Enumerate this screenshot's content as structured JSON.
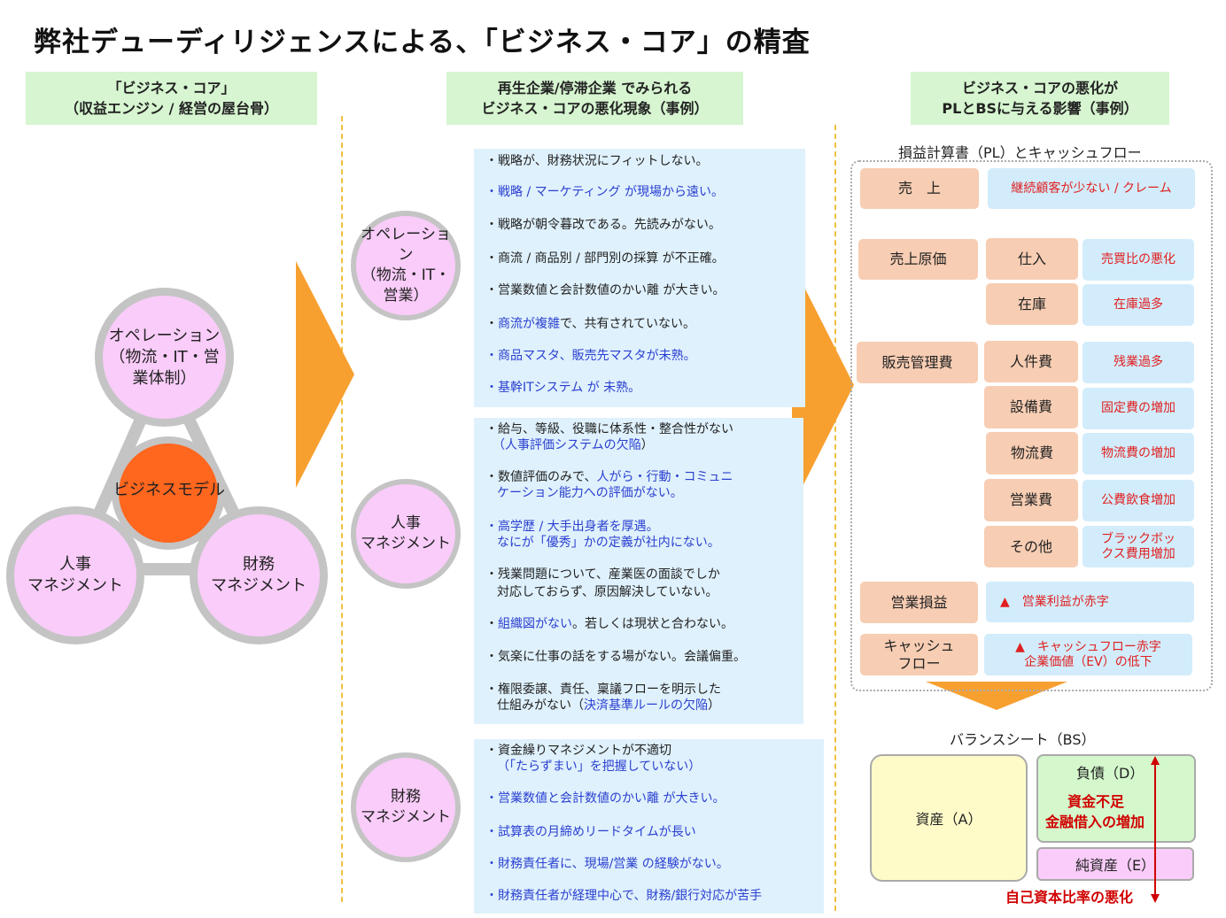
{
  "title": "弊社デューディリジェンスによる、「ビジネス・コア」の精査",
  "headers": [
    {
      "line1": "「ビジネス・コア」",
      "line2": "（収益エンジン / 経営の屋台骨）"
    },
    {
      "line1": "再生企業/停滞企業 でみられる",
      "line2": "ビジネス・コアの悪化現象（事例）"
    },
    {
      "line1": "ビジネス・コアの悪化が",
      "line2": "PLとBSに与える影響（事例）"
    }
  ],
  "core": {
    "operation": {
      "line1": "オペレーション",
      "line2": "（物流・IT・営業体制）"
    },
    "hr": {
      "line1": "人事",
      "line2": "マネジメント"
    },
    "finance": {
      "line1": "財務",
      "line2": "マネジメント"
    },
    "center": "ビジネスモデル"
  },
  "middle_circles": {
    "operation": {
      "line1": "オペレーション",
      "line2": "（物流・IT・営業）"
    },
    "hr": {
      "line1": "人事",
      "line2": "マネジメント"
    },
    "finance": {
      "line1": "財務",
      "line2": "マネジメント"
    }
  },
  "examples": {
    "operation": [
      "・戦略が、財務状況にフィットしない。",
      "・戦略 / マーケティング が現場から遠い。",
      "・戦略が朝令暮改である。先読みがない。",
      "・商流 / 商品別 / 部門別の採算 が不正確。",
      "・営業数値と会計数値のかい離 が大きい。",
      "商流が複雑",
      "で、共有されていない。",
      "・商品マスタ、販売先マスタが未熟。",
      "・基幹ITシステム が 未熟。"
    ],
    "hr": [
      "・給与、等級、役職に体系性・整合性がない",
      "（人事評価システムの欠陥",
      "）",
      "・数値評価のみで、",
      "人がら・行動・コミュニ",
      "ケーション能力への評価がない。",
      "・高学歴 / 大手出身者を厚遇。",
      "なにが「優秀」かの定義が社内にない。",
      "・残業問題について、産業医の面談でしか",
      "対応しておらず、原因解決していない。",
      "組織図がない",
      "。若しくは現状と合わない。",
      "・気楽に仕事の話をする場がない。会議偏重。",
      "・権限委譲、責任、稟議フローを明示した",
      "仕組みがない（",
      "決済基準ルールの欠陥",
      "）"
    ],
    "finance": [
      "・資金繰りマネジメントが不適切",
      "（「たらずまい」を把握していない）",
      "・営業数値と会計数値のかい離 が大きい。",
      "・試算表の月締めリードタイムが長い",
      "・財務責任者に、現場/営業 の経験がない。",
      "・財務責任者が経理中心で、財務/銀行対応が苦手"
    ]
  },
  "pl": {
    "label": "損益計算書（PL）とキャッシュフロー",
    "sales": {
      "label": "売　上",
      "effect": "継続顧客が少ない / クレーム"
    },
    "cogs": {
      "label": "売上原価",
      "items": [
        {
          "label": "仕入",
          "effect": "売買比の悪化"
        },
        {
          "label": "在庫",
          "effect": "在庫過多"
        }
      ]
    },
    "sga": {
      "label": "販売管理費",
      "items": [
        {
          "label": "人件費",
          "effect": "残業過多"
        },
        {
          "label": "設備費",
          "effect": "固定費の増加"
        },
        {
          "label": "物流費",
          "effect": "物流費の増加"
        },
        {
          "label": "営業費",
          "effect": "公費飲食増加"
        },
        {
          "label": "その他",
          "effect1": "ブラックボッ",
          "effect2": "クス費用増加"
        }
      ]
    },
    "op": {
      "label": "営業損益",
      "effect": "▲　営業利益が赤字"
    },
    "cf": {
      "label1": "キャッシュ",
      "label2": "フロー",
      "effect1": "▲　キャッシュフロー赤字",
      "effect2": "企業価値（EV）の低下"
    }
  },
  "bs": {
    "label": "バランスシート（BS）",
    "asset": "資産（A）",
    "liability": "負債（D）",
    "liability_note1": "資金不足",
    "liability_note2": "金融借入の増加",
    "equity": "純資産（E）",
    "equity_note": "自己資本比率の悪化"
  },
  "colors": {
    "accent_arrow": "#f7a030",
    "example_blue": "#2a3fd0",
    "effect_red": "#e02020",
    "panel_bg": "#dff1fc",
    "header_bg": "#d6f5d0"
  }
}
